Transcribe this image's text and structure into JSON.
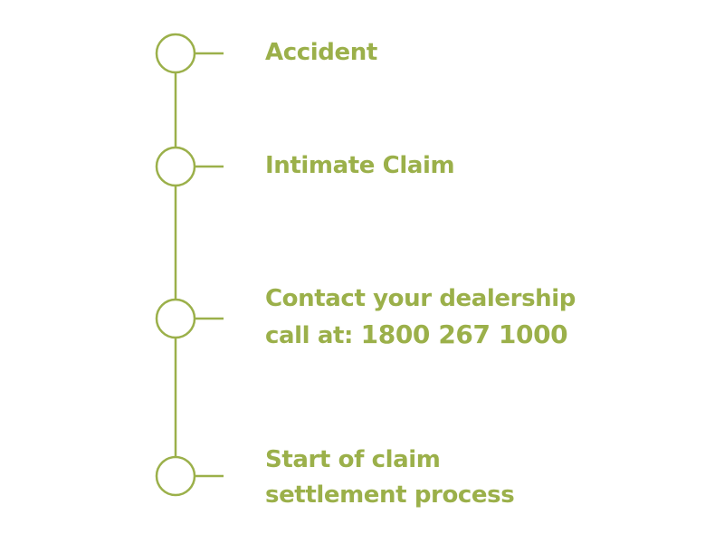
{
  "colors": {
    "accent": "#9bb04a",
    "background": "#ffffff"
  },
  "steps": [
    {
      "line1": "Accident"
    },
    {
      "line1": "Intimate Claim"
    },
    {
      "line1": "Contact your dealership",
      "line2_prefix": "call at: ",
      "line2_phone": "1800 267 1000"
    },
    {
      "line1": "Start of claim",
      "line2": "settlement process"
    }
  ]
}
